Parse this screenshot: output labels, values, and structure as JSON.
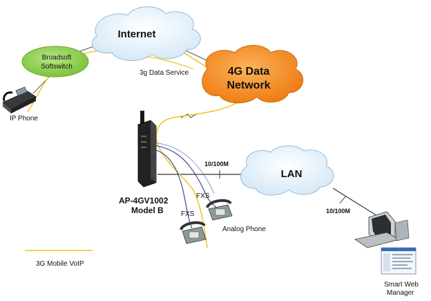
{
  "nodes": {
    "internet": "Internet",
    "broadsoft_line1": "Broadsoft",
    "broadsoft_line2": "Softswitch",
    "ip_phone": "IP Phone",
    "data_service": "3g Data Service",
    "network_line1": "4G  Data",
    "network_line2": "Network",
    "lan": "LAN",
    "device_line1": "AP-4GV1002",
    "device_line2": "Model B",
    "fxs_upper": "FXS",
    "fxs_lower": "FXS",
    "analog_phone": "Analog Phone",
    "speed_device_lan": "10/100M",
    "speed_lan_pc": "10/100M",
    "swm_line1": "Smart Web",
    "swm_line2": "Manager"
  },
  "legend": {
    "voip_label": "3G Mobile VoIP"
  },
  "colors": {
    "voip_path": "#f0c419",
    "cloud_fill": "#ddeefb",
    "cloud_stroke": "#9bb8cf",
    "network_fill": "#f7921e",
    "softswitch_fill": "#8fd14f",
    "link": "#555555",
    "fxs_wire": "#2b3a8f"
  }
}
